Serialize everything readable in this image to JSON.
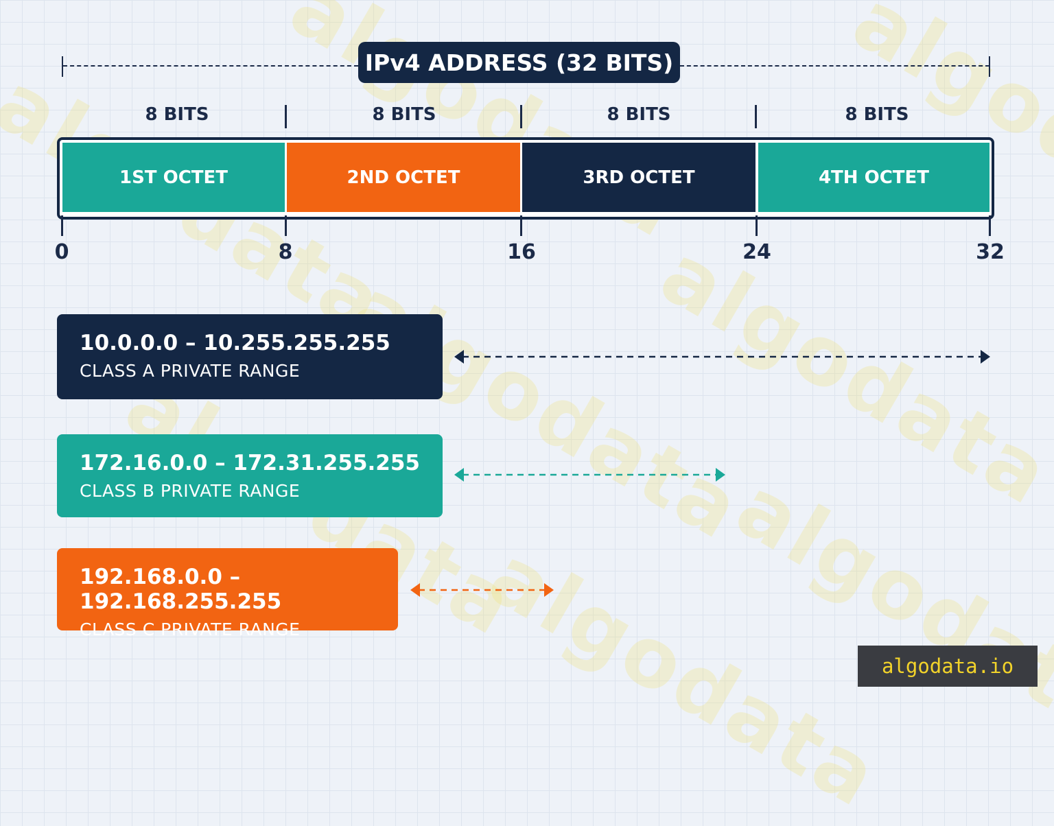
{
  "title": "IPv4 ADDRESS (32 BITS)",
  "bits_labels": [
    "8 BITS",
    "8 BITS",
    "8 BITS",
    "8 BITS"
  ],
  "octets": [
    {
      "label": "1ST OCTET",
      "color": "#1aa898"
    },
    {
      "label": "2ND OCTET",
      "color": "#f26412"
    },
    {
      "label": "3RD OCTET",
      "color": "#142744"
    },
    {
      "label": "4TH OCTET",
      "color": "#1aa898"
    }
  ],
  "scale_labels": [
    "0",
    "8",
    "16",
    "24",
    "32"
  ],
  "ranges": [
    {
      "range": "10.0.0.0 – 10.255.255.255",
      "class_label": "CLASS A PRIVATE RANGE",
      "color": "#142744"
    },
    {
      "range": "172.16.0.0 – 172.31.255.255",
      "class_label": "CLASS B PRIVATE RANGE",
      "color": "#1aa898"
    },
    {
      "range": "192.168.0.0 – 192.168.255.255",
      "class_label": "CLASS C PRIVATE RANGE",
      "color": "#f26412"
    }
  ],
  "logo_text": "algodata.io",
  "watermark_text": "algodata"
}
